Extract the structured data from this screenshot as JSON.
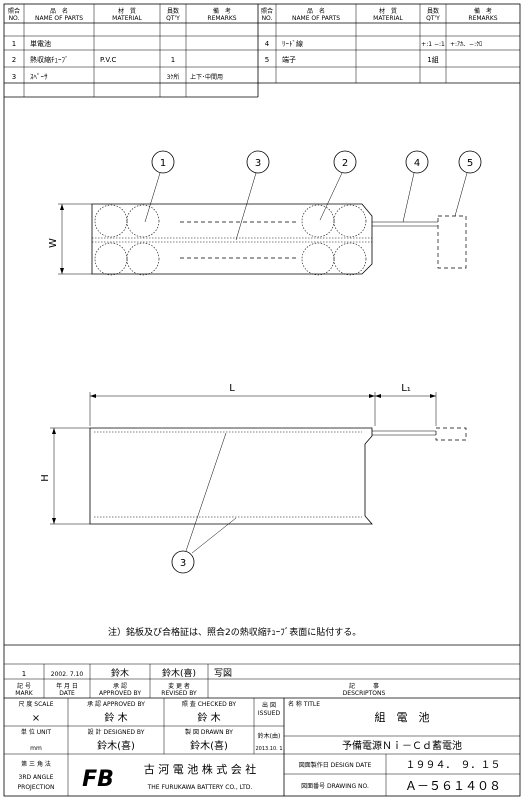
{
  "parts_table": {
    "headers": {
      "no_jp": "照合",
      "no_en": "NO.",
      "name_jp": "品　名",
      "name_en": "NAME OF PARTS",
      "material_jp": "材　質",
      "material_en": "MATERIAL",
      "qty_jp": "員数",
      "qty_en": "QT'Y",
      "remarks_jp": "備　考",
      "remarks_en": "REMARKS"
    },
    "rows": [
      {
        "no": "1",
        "name": "単電池",
        "material": "",
        "qty": "",
        "remarks": ""
      },
      {
        "no": "2",
        "name": "熱収縮ﾁｭｰﾌﾞ",
        "material": "P.V.C",
        "qty": "1",
        "remarks": ""
      },
      {
        "no": "3",
        "name": "ｽﾍﾟｰｻ",
        "material": "",
        "qty": "3ｹ所",
        "remarks": "上下･中間用"
      },
      {
        "no": "4",
        "name": "ﾘｰﾄﾞ線",
        "material": "",
        "qty": "+:1 −:1",
        "remarks": "+:ｱｶ、−:ｸﾛ"
      },
      {
        "no": "5",
        "name": "端子",
        "material": "",
        "qty": "1組",
        "remarks": ""
      }
    ]
  },
  "drawing": {
    "balloons": [
      "1",
      "3",
      "2",
      "4",
      "5",
      "3"
    ],
    "dim_w": "W",
    "dim_h": "H",
    "dim_l": "L",
    "dim_l1": "L₁",
    "note": "注）銘板及び合格証は、照合2の熱収縮ﾁｭｰﾌﾞ表面に貼付する。"
  },
  "revision": {
    "mark": "1",
    "date": "2002. 7.10",
    "approved": "鈴木",
    "revised": "鈴木(喜)",
    "description": "写図",
    "header_mark_jp": "記 号",
    "header_mark_en": "MARK",
    "header_date_jp": "年 月 日",
    "header_date_en": "DATE",
    "header_approved_jp": "承 認",
    "header_approved_en": "APPROVED BY",
    "header_revised_jp": "変 更 者",
    "header_revised_en": "REVISED BY",
    "header_desc_jp": "記　　　事",
    "header_desc_en": "DESCRIPTONS"
  },
  "title_block": {
    "scale_label": "尺 度 SCALE",
    "scale_value": "×",
    "unit_label": "単 位 UNIT",
    "unit_value": "mm",
    "approved_label": "承 認 APPROVED BY",
    "approved_value": "鈴 木",
    "checked_label": "照 査 CHECKED BY",
    "checked_value": "鈴 木",
    "designed_label": "設 計 DESIGNED BY",
    "designed_value": "鈴木(喜)",
    "drawn_label": "製 図 DRAWN BY",
    "drawn_value": "鈴木(喜)",
    "issued_label_jp": "出 図",
    "issued_label_en": "ISSUED",
    "issued_name": "鈴木(由)",
    "issued_date": "2013.10. 1",
    "title_label": "名 称 TITLE",
    "title_line1": "組　電　池",
    "title_line2": "予備電源Ｎｉ－Ｃｄ蓄電池",
    "design_date_label": "図面製作日 DESIGN DATE",
    "design_date": "１９９４．　９．１５",
    "drawing_no_label": "図面番号 DRAWING NO.",
    "drawing_no": "Ａ－５６１４０８",
    "projection_jp": "第 三 角 法",
    "projection_en1": "3RD ANGLE",
    "projection_en2": "PROJECTION",
    "company_logo": "FB",
    "company_jp": "古 河 電 池 株 式 会 社",
    "company_en": "THE FURUKAWA BATTERY CO., LTD."
  }
}
